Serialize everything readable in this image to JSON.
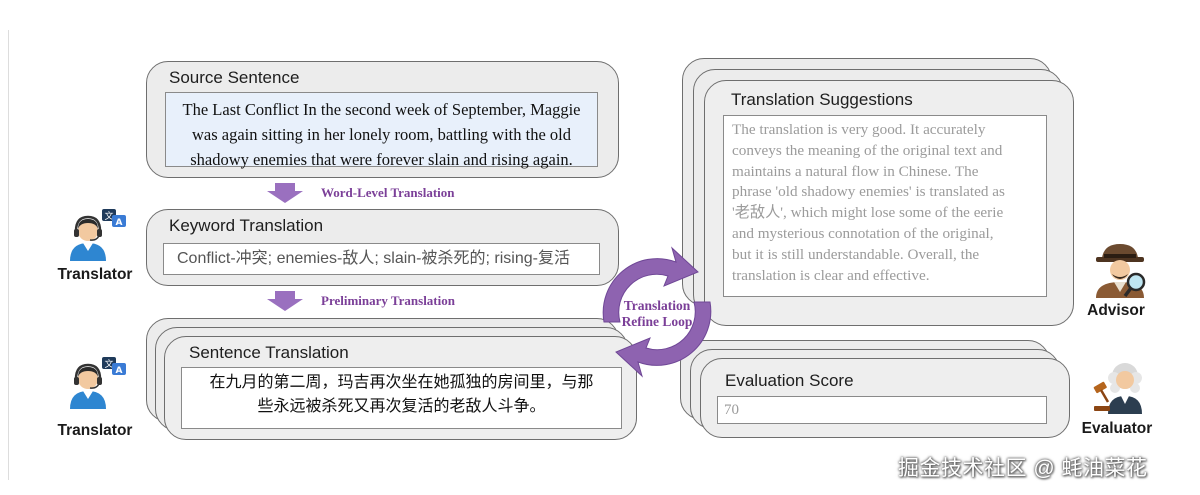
{
  "source_panel": {
    "title": "Source Sentence",
    "line1": "The Last Conflict In the second week of September, Maggie",
    "line2": "was again sitting in her lonely room, battling with the old",
    "line3": "shadowy enemies that were forever slain and rising again."
  },
  "steps": {
    "word_level": "Word-Level Translation",
    "preliminary": "Preliminary Translation"
  },
  "keyword_panel": {
    "title": "Keyword Translation",
    "text": "Conflict-冲突; enemies-敌人; slain-被杀死的; rising-复活"
  },
  "sentence_panel": {
    "title": "Sentence Translation",
    "line1": "在九月的第二周，玛吉再次坐在她孤独的房间里，与那",
    "line2": "些永远被杀死又再次复活的老敌人斗争。"
  },
  "loop": {
    "line1": "Translation",
    "line2": "Refine Loop"
  },
  "suggestions_panel": {
    "title": "Translation Suggestions",
    "lines": [
      "The translation is very good. It accurately",
      "conveys the meaning of the original text and",
      "maintains a natural flow in Chinese. The",
      "phrase 'old shadowy enemies' is translated as",
      "'老敌人', which might lose some of the eerie",
      "and mysterious connotation of the original,",
      "but it is still understandable. Overall, the",
      "translation is clear and effective."
    ]
  },
  "evaluation_panel": {
    "title": "Evaluation Score",
    "score": "70"
  },
  "roles": {
    "translator_top": "Translator",
    "translator_bottom": "Translator",
    "advisor": "Advisor",
    "evaluator": "Evaluator"
  },
  "watermark": "掘金技术社区 @ 蚝油菜花",
  "colors": {
    "accent_purple": "#8e63b0",
    "label_purple": "#7b3f98",
    "panel_fill": "#ececec",
    "source_box_fill": "#e8f0fb"
  },
  "icons": {
    "translator": "translator-headset-icon",
    "advisor": "detective-magnifier-icon",
    "evaluator": "judge-gavel-icon",
    "loop": "circular-refresh-arrows-icon",
    "step_arrow": "down-arrow-icon"
  }
}
